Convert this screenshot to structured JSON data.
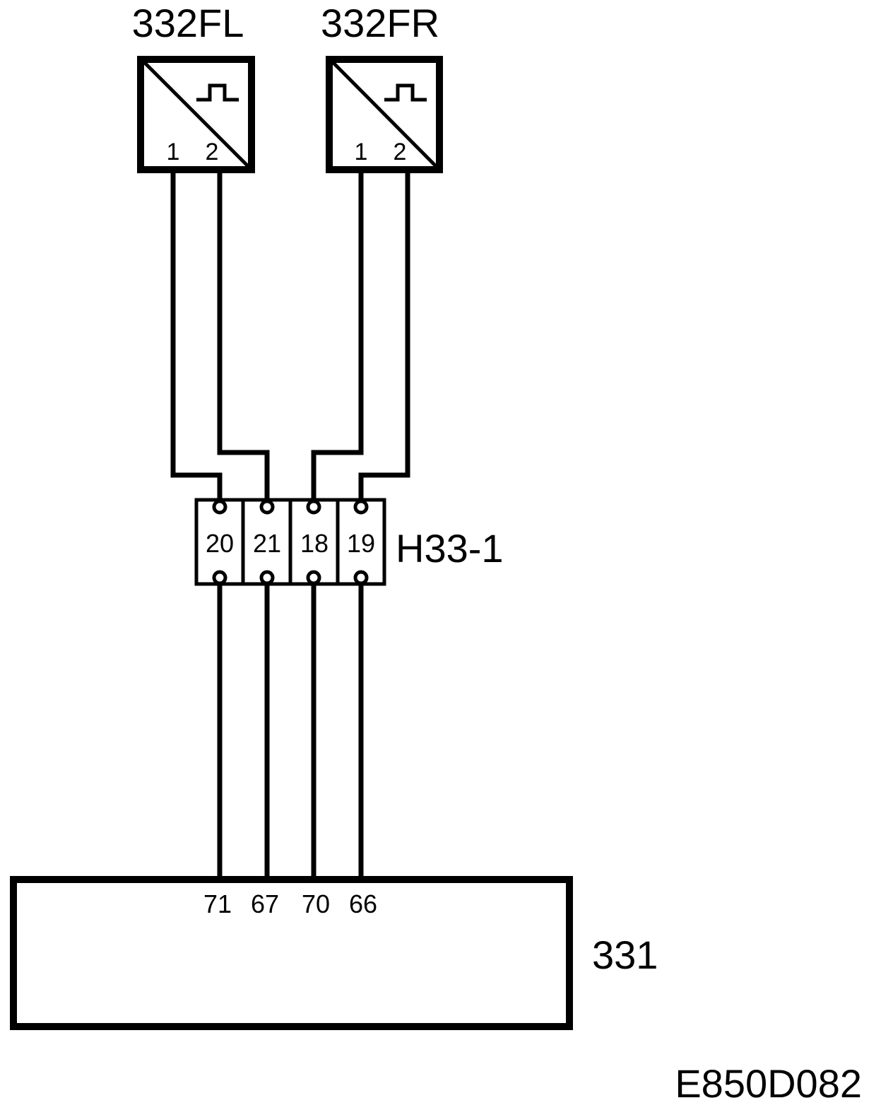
{
  "sensor_left": {
    "label": "332FL",
    "pin1": "1",
    "pin2": "2",
    "icon": "pulse-signal-icon"
  },
  "sensor_right": {
    "label": "332FR",
    "pin1": "1",
    "pin2": "2",
    "icon": "pulse-signal-icon"
  },
  "connector": {
    "label": "H33-1",
    "terminals": [
      "20",
      "21",
      "18",
      "19"
    ]
  },
  "control_unit": {
    "label": "331",
    "pins": [
      "71",
      "67",
      "70",
      "66"
    ]
  },
  "figure_code": "E850D082"
}
